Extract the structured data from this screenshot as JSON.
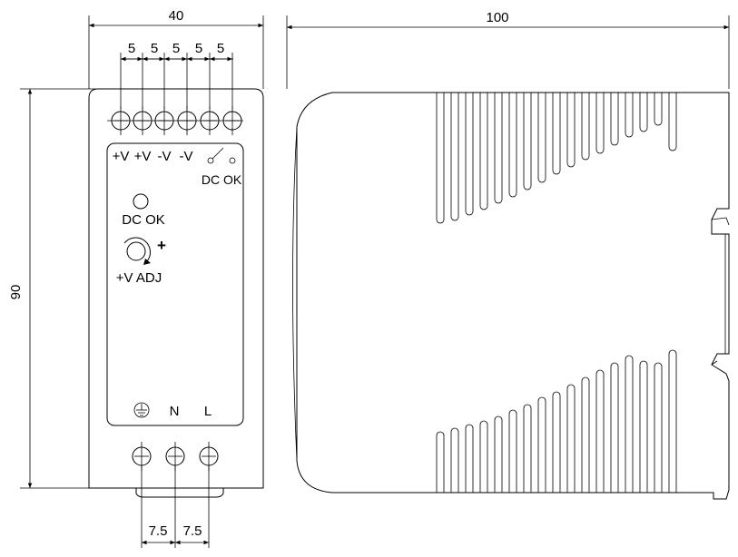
{
  "dimensions": {
    "width_40": "40",
    "length_100": "100",
    "height_90": "90",
    "pitch_top": [
      "5",
      "5",
      "5",
      "5",
      "5"
    ],
    "pitch_bottom": [
      "7.5",
      "7.5"
    ]
  },
  "front_panel": {
    "output_labels": [
      "+V",
      "+V",
      "-V",
      "-V"
    ],
    "relay_label": "DC OK",
    "led_label": "DC OK",
    "adj_label": "+V ADJ",
    "adj_sign": "+",
    "input_labels": [
      "N",
      "L"
    ]
  },
  "icons": {
    "ground": "ground-icon",
    "screw": "screw-terminal-icon",
    "led": "led-indicator-icon",
    "potentiometer": "potentiometer-icon",
    "relay": "relay-contact-icon"
  }
}
